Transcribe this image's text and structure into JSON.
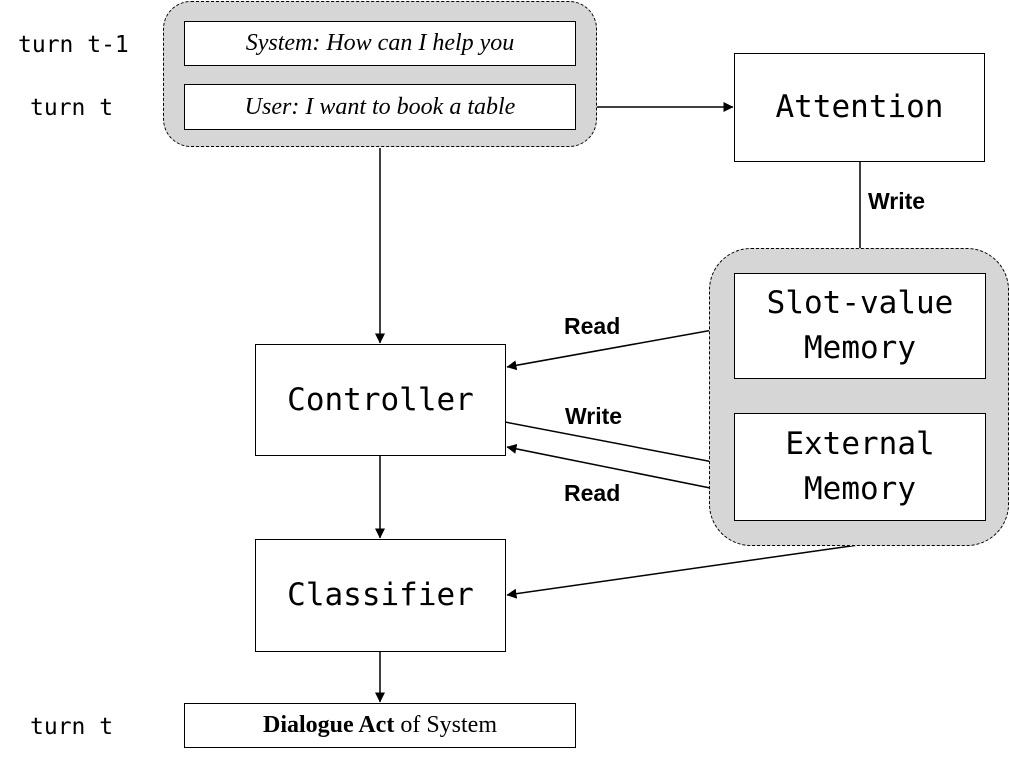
{
  "labels": {
    "turn_prev": "turn t-1",
    "turn_curr": "turn t",
    "turn_out": "turn t"
  },
  "utterances": {
    "system": "System: How can I help you",
    "user": "User: I want to book a table"
  },
  "nodes": {
    "attention": "Attention",
    "controller": "Controller",
    "classifier": "Classifier",
    "slot_value_memory": [
      "Slot-value",
      "Memory"
    ],
    "external_memory": [
      "External",
      "Memory"
    ]
  },
  "output": {
    "bold_part": "Dialogue Act",
    "rest": " of System"
  },
  "edge_labels": {
    "attention_to_slot": "Write",
    "slot_to_controller": "Read",
    "controller_to_external": "Write",
    "external_to_controller": "Read"
  }
}
